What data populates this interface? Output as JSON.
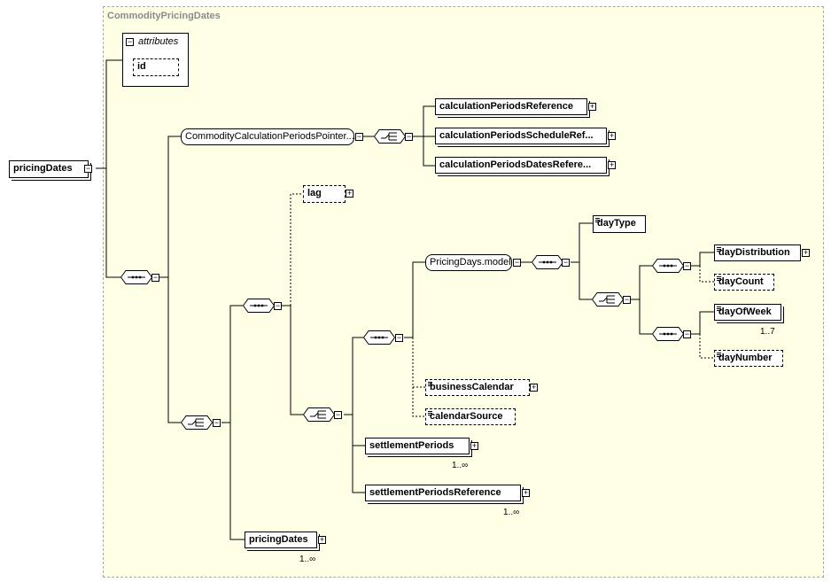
{
  "group": {
    "title": "CommodityPricingDates"
  },
  "attributes": {
    "label": "attributes",
    "items": [
      "id"
    ]
  },
  "root": {
    "label": "pricingDates"
  },
  "nodes": {
    "calc_pointer": "CommodityCalculationPeriodsPointer....",
    "calc_ref": "calculationPeriodsReference",
    "calc_sched": "calculationPeriodsScheduleRef...",
    "calc_dates": "calculationPeriodsDatesRefere...",
    "lag": "lag",
    "pricing_days_model": "PricingDays.model",
    "day_type": "dayType",
    "day_distribution": "dayDistribution",
    "day_count": "dayCount",
    "day_of_week": "dayOfWeek",
    "day_number": "dayNumber",
    "business_calendar": "businessCalendar",
    "calendar_source": "calendarSource",
    "settlement_periods": "settlementPeriods",
    "settlement_periods_ref": "settlementPeriodsReference",
    "pricing_dates_child": "pricingDates"
  },
  "occurrences": {
    "day_of_week": "1..7",
    "settlement_periods": "1..∞",
    "settlement_periods_ref": "1..∞",
    "pricing_dates_child": "1..∞"
  },
  "icons": {
    "expand": "plus-icon",
    "collapse": "minus-icon",
    "sequence": "sequence-compositor-icon",
    "choice": "choice-compositor-icon"
  },
  "colors": {
    "group_bg": "#ffffe6",
    "group_border": "#a8a8a8",
    "title": "#8a8a8a"
  }
}
